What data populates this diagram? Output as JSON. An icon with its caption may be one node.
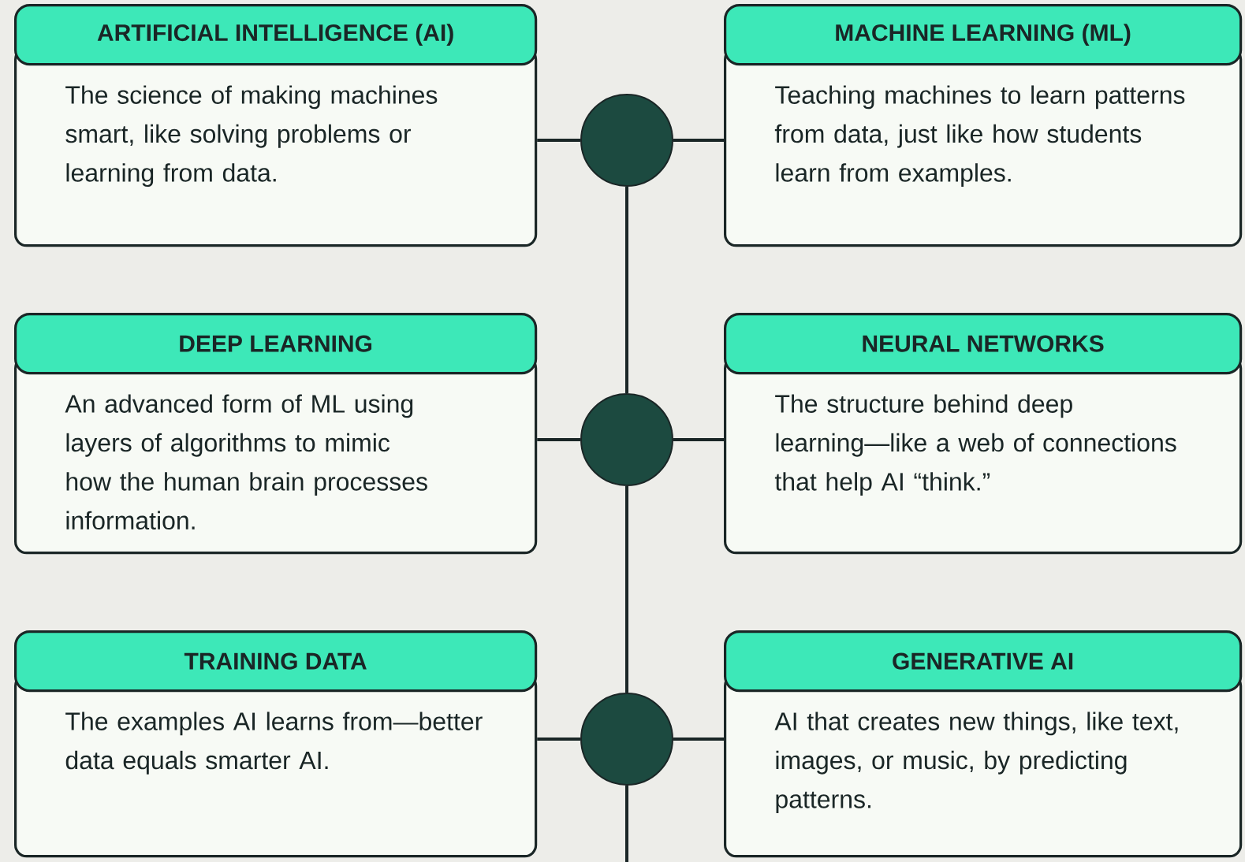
{
  "diagram": {
    "nodes": [
      {
        "text": [
          "ARTIFICIAL INTELLIGENCE (AI)",
          "The science of making machines smart, like solving problems or learning from data."
        ]
      },
      {
        "text": [],
        "shape": "circle"
      },
      {
        "text": [
          "MACHINE LEARNING (ML)",
          "Teaching machines to learn patterns from data, just like how students learn from examples."
        ]
      },
      {
        "text": [
          "DEEP LEARNING",
          "An advanced form of ML using layers of algorithms to mimic how the human brain processes information."
        ]
      },
      {
        "text": [],
        "shape": "circle"
      },
      {
        "text": [
          "NEURAL NETWORKS",
          "The structure behind deep learning—like a web of connections that help AI “think.”"
        ]
      },
      {
        "text": [
          "TRAINING DATA",
          "The examples AI learns from—better data equals smarter AI."
        ]
      },
      {
        "text": [],
        "shape": "circle"
      },
      {
        "text": [
          "GENERATIVE AI",
          "AI that creates new things, like text, images, or music, by predicting patterns."
        ]
      }
    ],
    "edges": [
      {
        "from": 1,
        "to": 0,
        "arrow": "none"
      },
      {
        "from": 1,
        "to": 2,
        "arrow": "none"
      },
      {
        "from": 1,
        "to": 4,
        "arrow": "none"
      },
      {
        "from": 4,
        "to": 3,
        "arrow": "none"
      },
      {
        "from": 4,
        "to": 5,
        "arrow": "none"
      },
      {
        "from": 4,
        "to": 7,
        "arrow": "none"
      },
      {
        "from": 7,
        "to": 6,
        "arrow": "none"
      },
      {
        "from": 7,
        "to": 8,
        "arrow": "none"
      },
      {
        "from": 7,
        "to": null,
        "arrow": "none"
      }
    ]
  }
}
